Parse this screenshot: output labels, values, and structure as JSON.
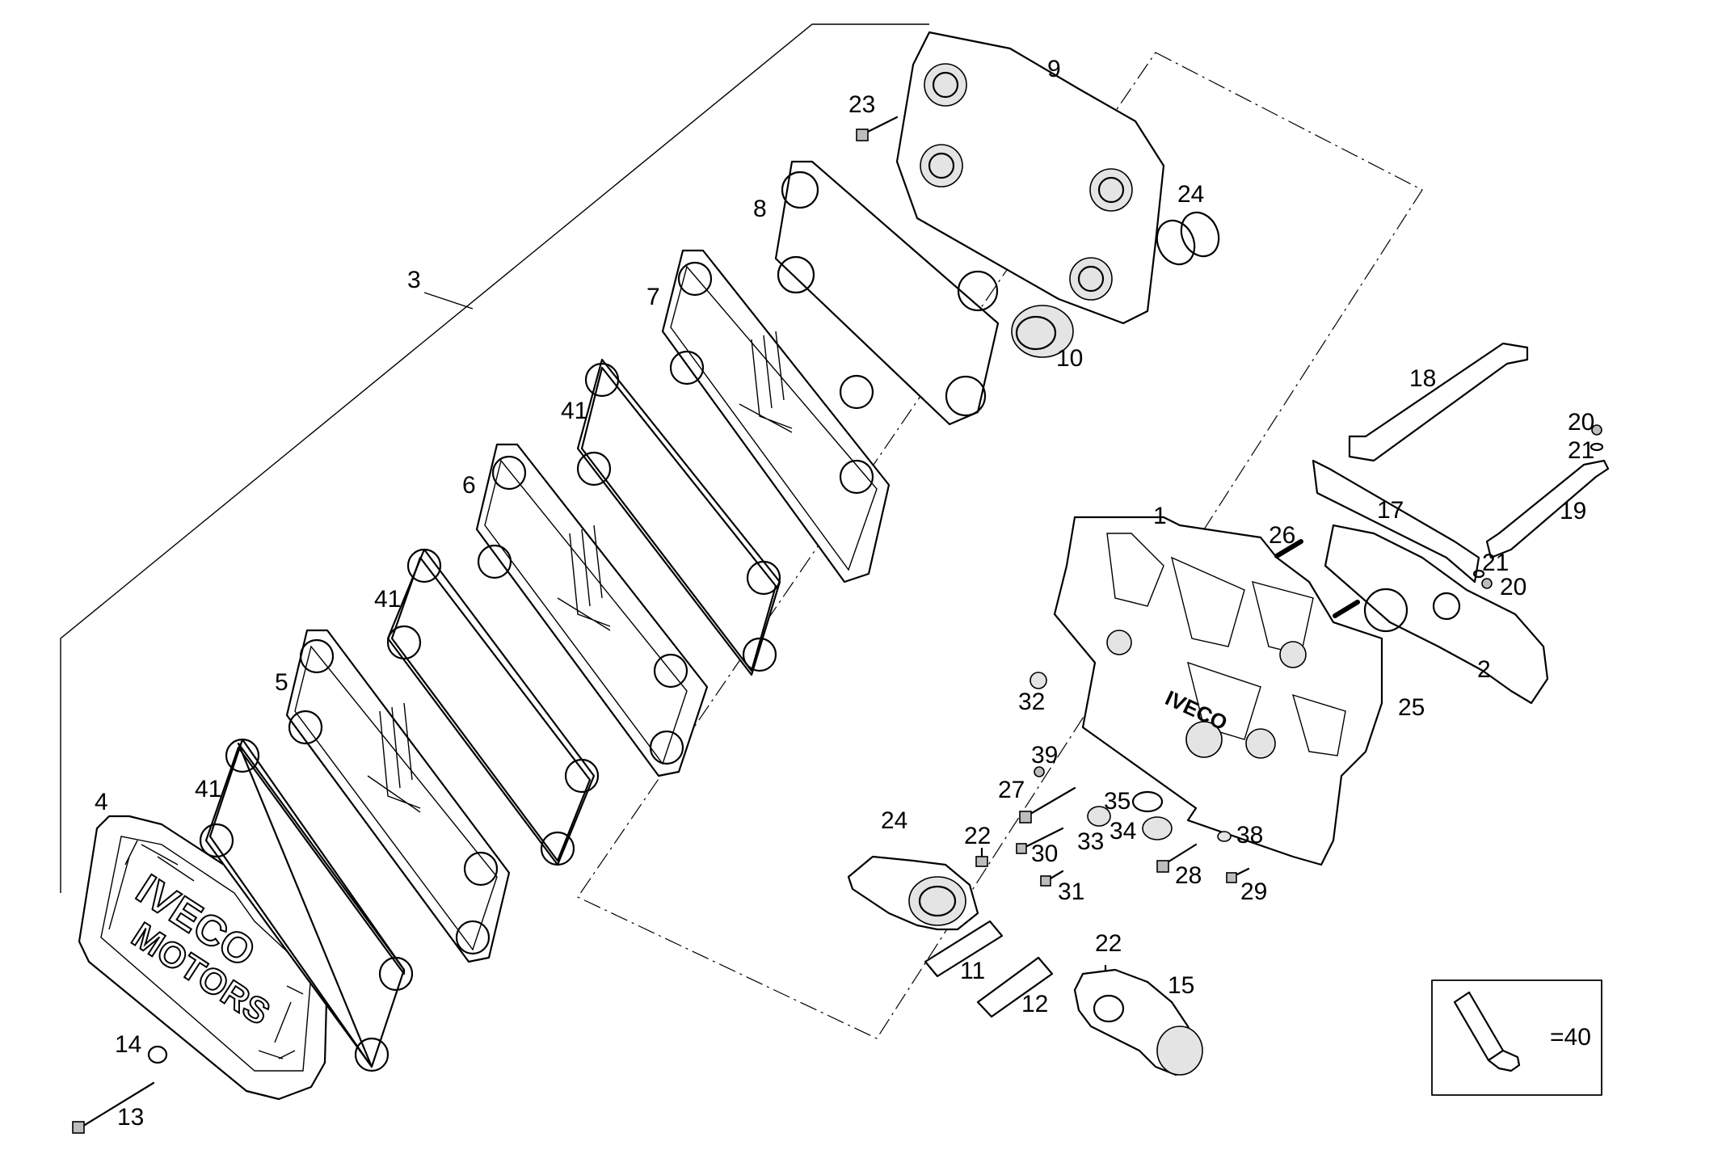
{
  "callouts": {
    "c1": "1",
    "c2": "2",
    "c3": "3",
    "c4": "4",
    "c5": "5",
    "c6": "6",
    "c7": "7",
    "c8": "8",
    "c9": "9",
    "c10": "10",
    "c11": "11",
    "c12": "12",
    "c13": "13",
    "c14": "14",
    "c15": "15",
    "c17": "17",
    "c18": "18",
    "c19": "19",
    "c20a": "20",
    "c20b": "20",
    "c21a": "21",
    "c21b": "21",
    "c22a": "22",
    "c22b": "22",
    "c23": "23",
    "c24a": "24",
    "c24b": "24",
    "c25": "25",
    "c26": "26",
    "c27": "27",
    "c28": "28",
    "c29": "29",
    "c30": "30",
    "c31": "31",
    "c32": "32",
    "c33": "33",
    "c34": "34",
    "c35": "35",
    "c38": "38",
    "c39": "39",
    "c41a": "41",
    "c41b": "41",
    "c41c": "41"
  },
  "legend": {
    "sealant_ref": "=40",
    "icon": "sealant-tube-icon"
  },
  "branding": {
    "cover_logo_line1": "IVECO",
    "cover_logo_line2": "MOTORS",
    "housing_logo": "IVECO"
  }
}
